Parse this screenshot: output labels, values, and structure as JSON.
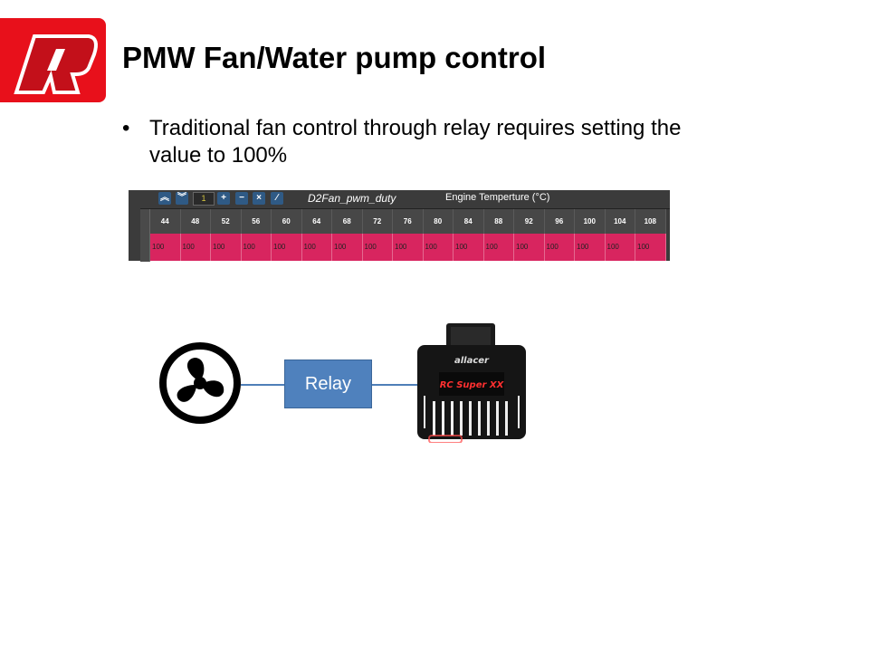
{
  "slide": {
    "title": "PMW Fan/Water pump control",
    "bullets": [
      "Traditional fan control through relay requires setting the value to 100%"
    ],
    "logo_text": "R"
  },
  "table": {
    "toolbar": {
      "buttons": [
        "chevron-double-up-icon",
        "chevron-double-down-icon",
        "plus-icon",
        "minus-icon",
        "close-icon",
        "wrench-icon"
      ],
      "step_value": "1",
      "map_name": "D2Fan_pwm_duty",
      "axis_label": "Engine Temperture (°C)"
    },
    "headers": [
      "44",
      "48",
      "52",
      "56",
      "60",
      "64",
      "68",
      "72",
      "76",
      "80",
      "84",
      "88",
      "92",
      "96",
      "100",
      "104",
      "108"
    ],
    "values": [
      "100",
      "100",
      "100",
      "100",
      "100",
      "100",
      "100",
      "100",
      "100",
      "100",
      "100",
      "100",
      "100",
      "100",
      "100",
      "100",
      "100"
    ],
    "cell_color": "#d8255f"
  },
  "diagram": {
    "relay_label": "Relay",
    "device_brand": "allacer",
    "device_model": "RC Super XX"
  }
}
